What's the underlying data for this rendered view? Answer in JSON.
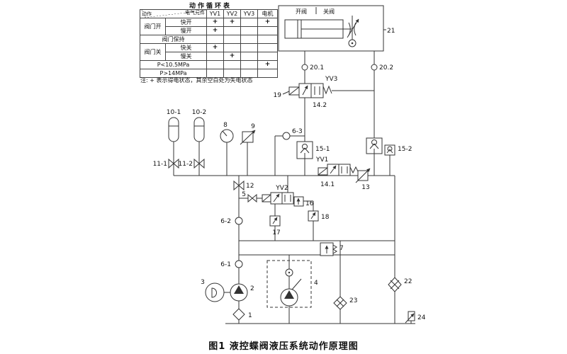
{
  "table": {
    "title": "动作循环表",
    "corner_top": "电气元件",
    "corner_bottom": "动作",
    "columns": [
      "YV1",
      "YV2",
      "YV3",
      "电机"
    ],
    "rows": [
      {
        "group": "阀门开",
        "action": "快开",
        "cells": [
          "+",
          "+",
          "",
          "+"
        ]
      },
      {
        "group": "",
        "action": "慢开",
        "cells": [
          "+",
          "",
          "",
          ""
        ]
      },
      {
        "group": "阀门保持",
        "action": "",
        "cells": [
          "",
          "",
          "",
          ""
        ]
      },
      {
        "group": "阀门关",
        "action": "快关",
        "cells": [
          "+",
          "",
          "",
          ""
        ]
      },
      {
        "group": "",
        "action": "慢关",
        "cells": [
          "",
          "+",
          "",
          ""
        ]
      },
      {
        "group": "P<10.5MPa",
        "action": "",
        "cells": [
          "",
          "",
          "",
          "+"
        ]
      },
      {
        "group": "P>14MPa",
        "action": "",
        "cells": [
          "",
          "",
          "",
          ""
        ]
      }
    ]
  },
  "note": "注: + 表示得电状态，其余空白处为失电状态",
  "caption": "图1 液控蝶阀液压系统动作原理图",
  "labels": {
    "open_valve": "开阀",
    "close_valve": "关阀",
    "n21": "21",
    "n20_1": "20.1",
    "n20_2": "20.2",
    "yv3": "YV3",
    "n19": "19",
    "n14_2": "14.2",
    "n10_1": "10-1",
    "n10_2": "10-2",
    "n8": "8",
    "n9": "9",
    "n6_3": "6-3",
    "n15_1": "15-1",
    "n15_2": "15-2",
    "n11_1": "11-1",
    "n11_2": "11-2",
    "n12": "12",
    "yv1": "YV1",
    "n14_1": "14.1",
    "n13": "13",
    "yv2": "YV2",
    "n5": "5",
    "n16": "16",
    "n17": "17",
    "n18": "18",
    "n6_2": "6-2",
    "n6_1": "6-1",
    "n7": "7",
    "n3": "3",
    "n2": "2",
    "n4": "4",
    "n1": "1",
    "n22": "22",
    "n23": "23",
    "n24": "24"
  }
}
